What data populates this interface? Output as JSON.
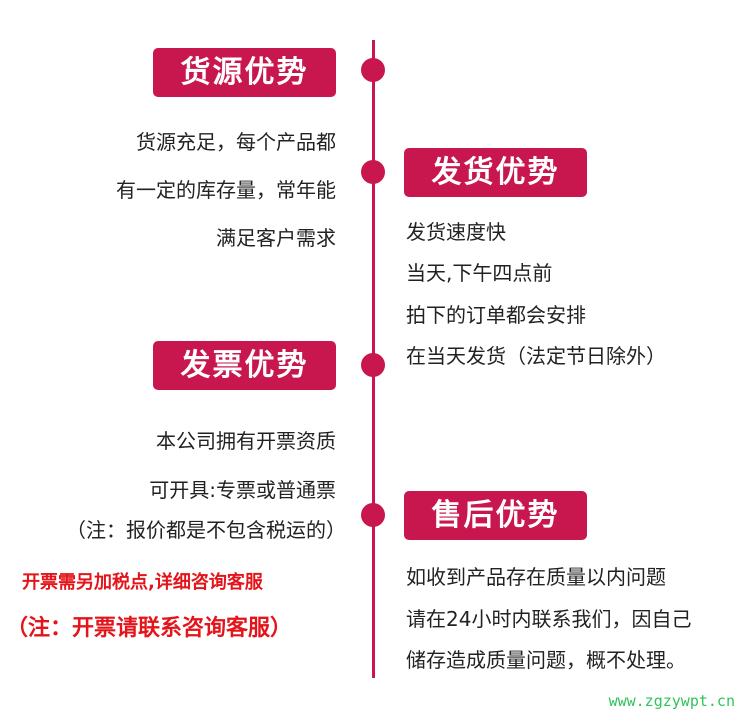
{
  "colors": {
    "accent": "#c8164f",
    "red_text": "#e4141b",
    "watermark": "#2fc35a"
  },
  "supply": {
    "title": "货源优势",
    "lines": [
      "货源充足，每个产品都",
      "有一定的库存量，常年能",
      "满足客户需求"
    ]
  },
  "shipping": {
    "title": "发货优势",
    "lines": [
      "发货速度快",
      "当天,下午四点前",
      "拍下的订单都会安排",
      "在当天发货（法定节日除外）"
    ]
  },
  "invoice": {
    "title": "发票优势",
    "lines": [
      "本公司拥有开票资质",
      "可开具:专票或普通票",
      "（注：报价都是不包含税运的）"
    ],
    "red_lines": [
      "开票需另加税点,详细咨询客服",
      "（注：开票请联系咨询客服）"
    ]
  },
  "after_sales": {
    "title": "售后优势",
    "lines": [
      "如收到产品存在质量以内问题",
      "请在24小时内联系我们，因自己",
      "储存造成质量问题，概不处理。"
    ]
  },
  "watermark": "www.zgzywpt.cn"
}
